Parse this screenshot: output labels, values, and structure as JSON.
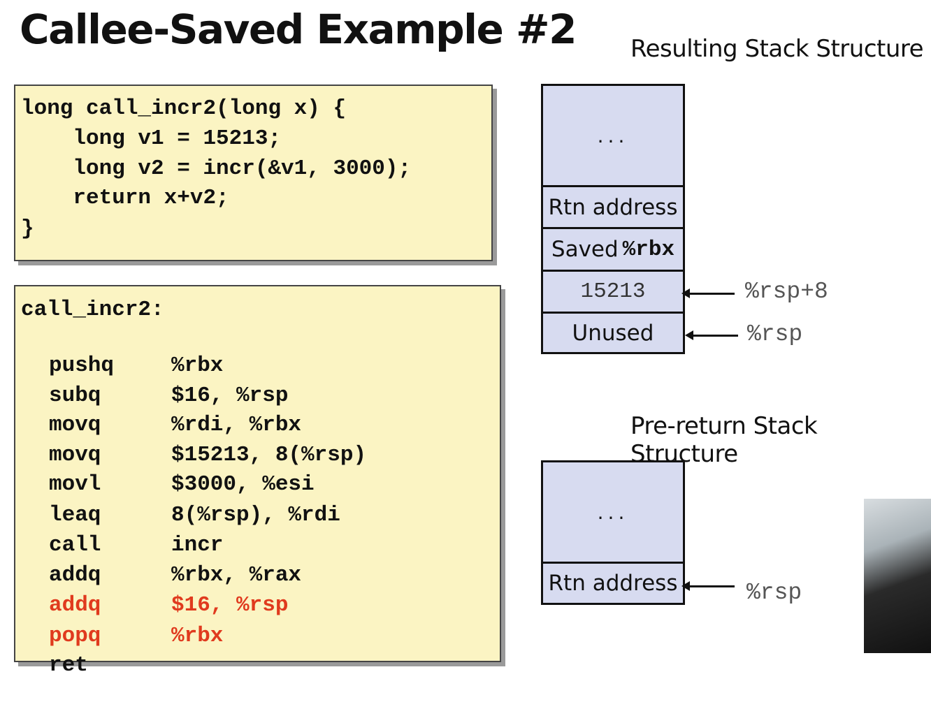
{
  "slide": {
    "title": "Callee-Saved Example #2"
  },
  "c_code": {
    "lines": [
      "long call_incr2(long x) {",
      "    long v1 = 15213;",
      "    long v2 = incr(&v1, 3000);",
      "    return x+v2;",
      "}"
    ]
  },
  "asm_code": {
    "label": "call_incr2:",
    "instructions": [
      {
        "mnemonic": "pushq",
        "operands": "%rbx",
        "highlight": false
      },
      {
        "mnemonic": "subq",
        "operands": "$16, %rsp",
        "highlight": false
      },
      {
        "mnemonic": "movq",
        "operands": "%rdi, %rbx",
        "highlight": false
      },
      {
        "mnemonic": "movq",
        "operands": "$15213, 8(%rsp)",
        "highlight": false
      },
      {
        "mnemonic": "movl",
        "operands": "$3000, %esi",
        "highlight": false
      },
      {
        "mnemonic": "leaq",
        "operands": "8(%rsp), %rdi",
        "highlight": false
      },
      {
        "mnemonic": "call",
        "operands": "incr",
        "highlight": false
      },
      {
        "mnemonic": "addq",
        "operands": "%rbx, %rax",
        "highlight": false
      },
      {
        "mnemonic": "addq",
        "operands": "$16, %rsp",
        "highlight": true
      },
      {
        "mnemonic": "popq",
        "operands": "%rbx",
        "highlight": true
      },
      {
        "mnemonic": "ret",
        "operands": "",
        "highlight": false
      }
    ],
    "highlight_color": "#e03a1e"
  },
  "resulting_stack": {
    "title": "Resulting Stack Structure",
    "cells": {
      "top": "...",
      "rtn": "Rtn address",
      "saved_prefix": "Saved",
      "saved_reg": "%rbx",
      "value": "15213",
      "unused": "Unused"
    },
    "pointers": {
      "rsp8": "%rsp+8",
      "rsp": "%rsp"
    }
  },
  "prereturn_stack": {
    "title": "Pre-return Stack Structure",
    "cells": {
      "top": "...",
      "rtn": "Rtn address"
    },
    "pointers": {
      "rsp": "%rsp"
    }
  },
  "colors": {
    "code_bg": "#fbf4c3",
    "stack_bg": "#d7dbf0"
  }
}
